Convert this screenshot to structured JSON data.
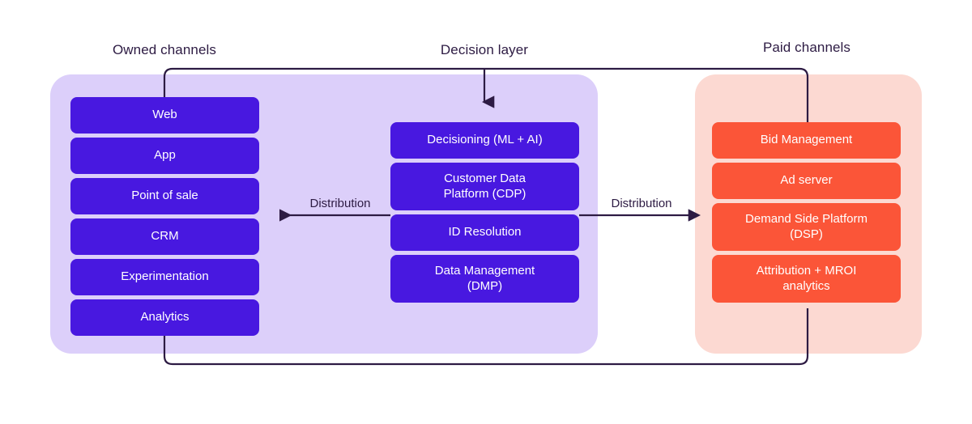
{
  "diagram": {
    "title": "Marketing data architecture: owned channels, decision layer, paid channels",
    "colors": {
      "owned_panel_bg": "#dccffa",
      "paid_panel_bg": "#fcd9d2",
      "owned_card": "#4818e0",
      "decision_card": "#4818e0",
      "paid_card": "#fb5538",
      "card_text": "#ffffff",
      "heading_text": "#2d1b43",
      "connector_line": "#2d1b43",
      "canvas_bg": "#ffffff"
    },
    "headings": {
      "owned": "Owned channels",
      "decision": "Decision layer",
      "paid": "Paid channels"
    },
    "owned_channels": {
      "heading": "Owned channels",
      "items": [
        {
          "label": "Web"
        },
        {
          "label": "App"
        },
        {
          "label": "Point of sale"
        },
        {
          "label": "CRM"
        },
        {
          "label": "Experimentation"
        },
        {
          "label": "Analytics"
        }
      ]
    },
    "decision_layer": {
      "heading": "Decision layer",
      "items": [
        {
          "label": "Decisioning (ML + AI)"
        },
        {
          "label": "Customer Data\nPlatform (CDP)"
        },
        {
          "label": "ID Resolution"
        },
        {
          "label": "Data Management\n(DMP)"
        }
      ]
    },
    "paid_channels": {
      "heading": "Paid channels",
      "items": [
        {
          "label": "Bid Management"
        },
        {
          "label": "Ad server"
        },
        {
          "label": "Demand Side Platform\n(DSP)"
        },
        {
          "label": "Attribution + MROI\nanalytics"
        }
      ]
    },
    "connectors": {
      "distribution_left": {
        "label": "Distribution",
        "direction": "left"
      },
      "distribution_right": {
        "label": "Distribution",
        "direction": "right"
      },
      "top_loop": {
        "from": "Web",
        "to": "Bid Management",
        "branch_to": "Decisioning (ML + AI)"
      },
      "bottom_loop": {
        "from": "Analytics",
        "to": "Attribution + MROI analytics"
      }
    }
  }
}
